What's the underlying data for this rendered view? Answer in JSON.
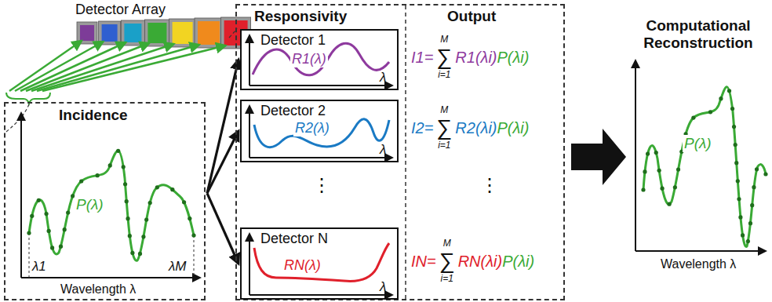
{
  "diagram": {
    "nodes": [
      {
        "text": [
          "Incidence",
          "P(λ)",
          "λ1",
          "λM",
          "Wavelength λ"
        ]
      },
      {
        "text": [
          "Responsivity",
          "Output"
        ]
      },
      {
        "text": [
          "Detector 1",
          "R1(λ)",
          "λ"
        ],
        "in": 1
      },
      {
        "text": [
          "Detector 2",
          "R2(λ)",
          "λ"
        ],
        "in": 1
      },
      {
        "text": [
          "Detector N",
          "RN(λ)",
          "λ"
        ],
        "in": 1
      },
      {
        "text": [
          "Computational Reconstruction",
          "P(λ)",
          "Wavelength λ"
        ]
      }
    ],
    "edges": [
      {
        "from": 0,
        "to": 2,
        "arrow": "to"
      },
      {
        "from": 0,
        "to": 3,
        "arrow": "to"
      },
      {
        "from": 0,
        "to": 4,
        "arrow": "to"
      },
      {
        "from": 1,
        "to": 5,
        "arrow": "to"
      }
    ],
    "labels": [
      "Detector Array",
      "I1=",
      "M",
      "∑",
      "i=1",
      "R1(λi)",
      "P(λi)",
      "I2=",
      "M",
      "∑",
      "i=1",
      "R2(λi)",
      "P(λi)",
      "IN=",
      "M",
      "∑",
      "i=1",
      "RN(λi)",
      "P(λi)",
      "⋮",
      "⋮"
    ]
  }
}
